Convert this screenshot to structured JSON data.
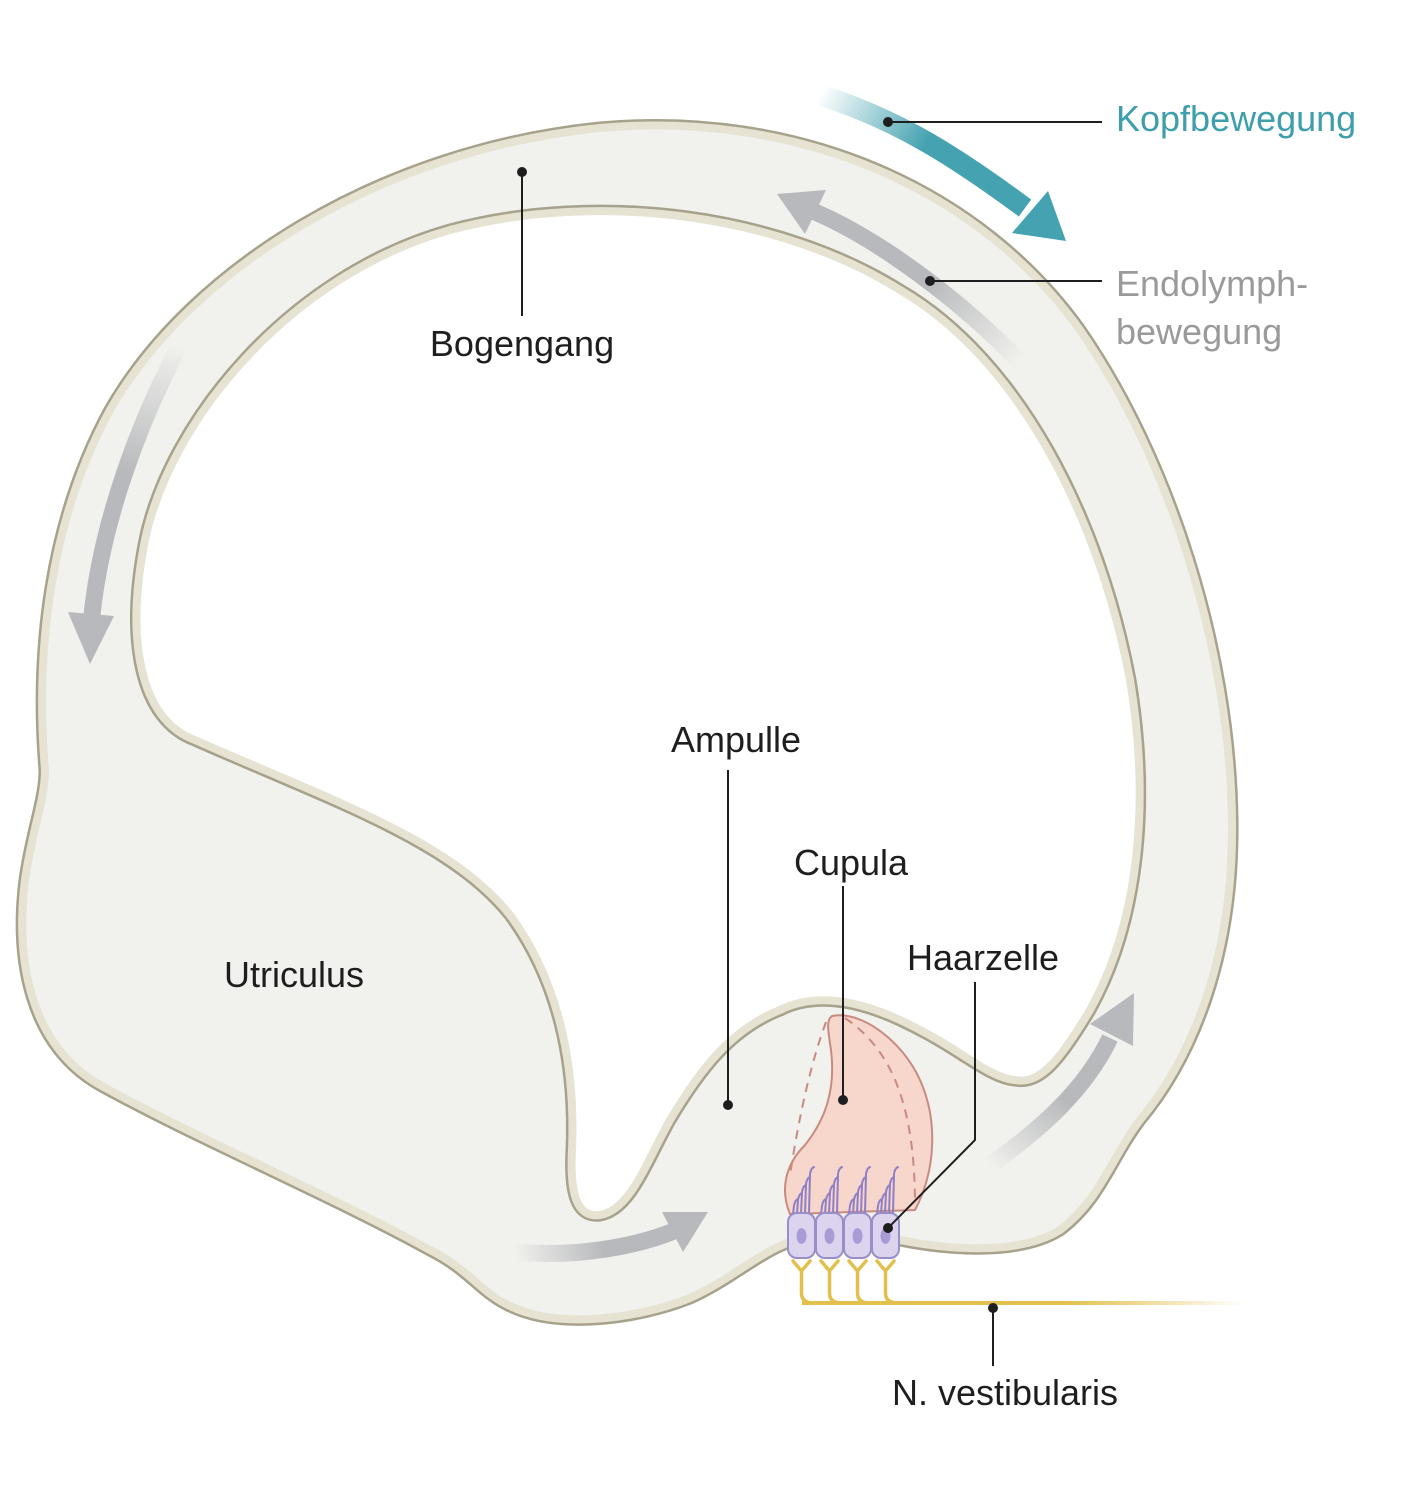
{
  "labels": {
    "kopfbewegung": "Kopfbewegung",
    "endolymph_line1": "Endolymph-",
    "endolymph_line2": "bewegung",
    "bogengang": "Bogengang",
    "ampulle": "Ampulle",
    "cupula": "Cupula",
    "haarzelle": "Haarzelle",
    "utriculus": "Utriculus",
    "n_vestibularis": "N. vestibularis"
  },
  "colors": {
    "head_movement_arrow": "#45a3b1",
    "endolymph_arrow": "#b7b9bc",
    "canal_fill": "#f1f1ed",
    "canal_wall": "#e7e3d3",
    "cupula": "#f7d6cc",
    "hair_cell": "#dcd4ef",
    "nerve": "#e3c04e"
  }
}
